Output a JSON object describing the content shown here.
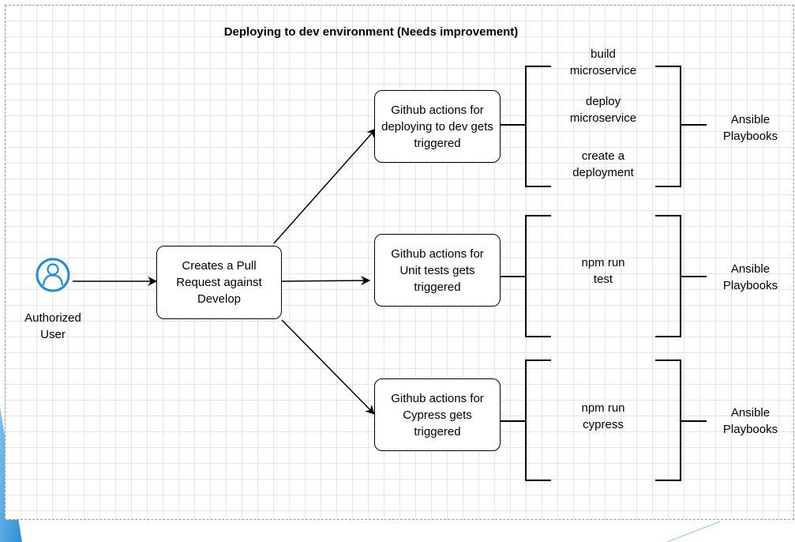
{
  "diagram": {
    "title": "Deploying to dev environment (Needs improvement)",
    "actor": {
      "label": "Authorized\nUser",
      "icon": "user-icon",
      "color": "#1a8cd8"
    },
    "pull_request": "Creates a Pull\nRequest against\nDevelop",
    "workflows": [
      {
        "label": "Github actions for\ndeploying to dev gets\ntriggered",
        "steps": [
          "build\nmicroservice",
          "deploy\nmicroservice",
          "create a\ndeployment"
        ],
        "tool": "Ansible\nPlaybooks"
      },
      {
        "label": "Github actions for\nUnit tests gets\ntriggered",
        "steps": [
          "npm run\ntest"
        ],
        "tool": "Ansible\nPlaybooks"
      },
      {
        "label": "Github actions for\nCypress gets\ntriggered",
        "steps": [
          "npm run\ncypress"
        ],
        "tool": "Ansible\nPlaybooks"
      }
    ]
  },
  "theme": {
    "slide_accent": "#4da3e0",
    "stroke": "#000000",
    "grid": "#e3e3e3"
  }
}
